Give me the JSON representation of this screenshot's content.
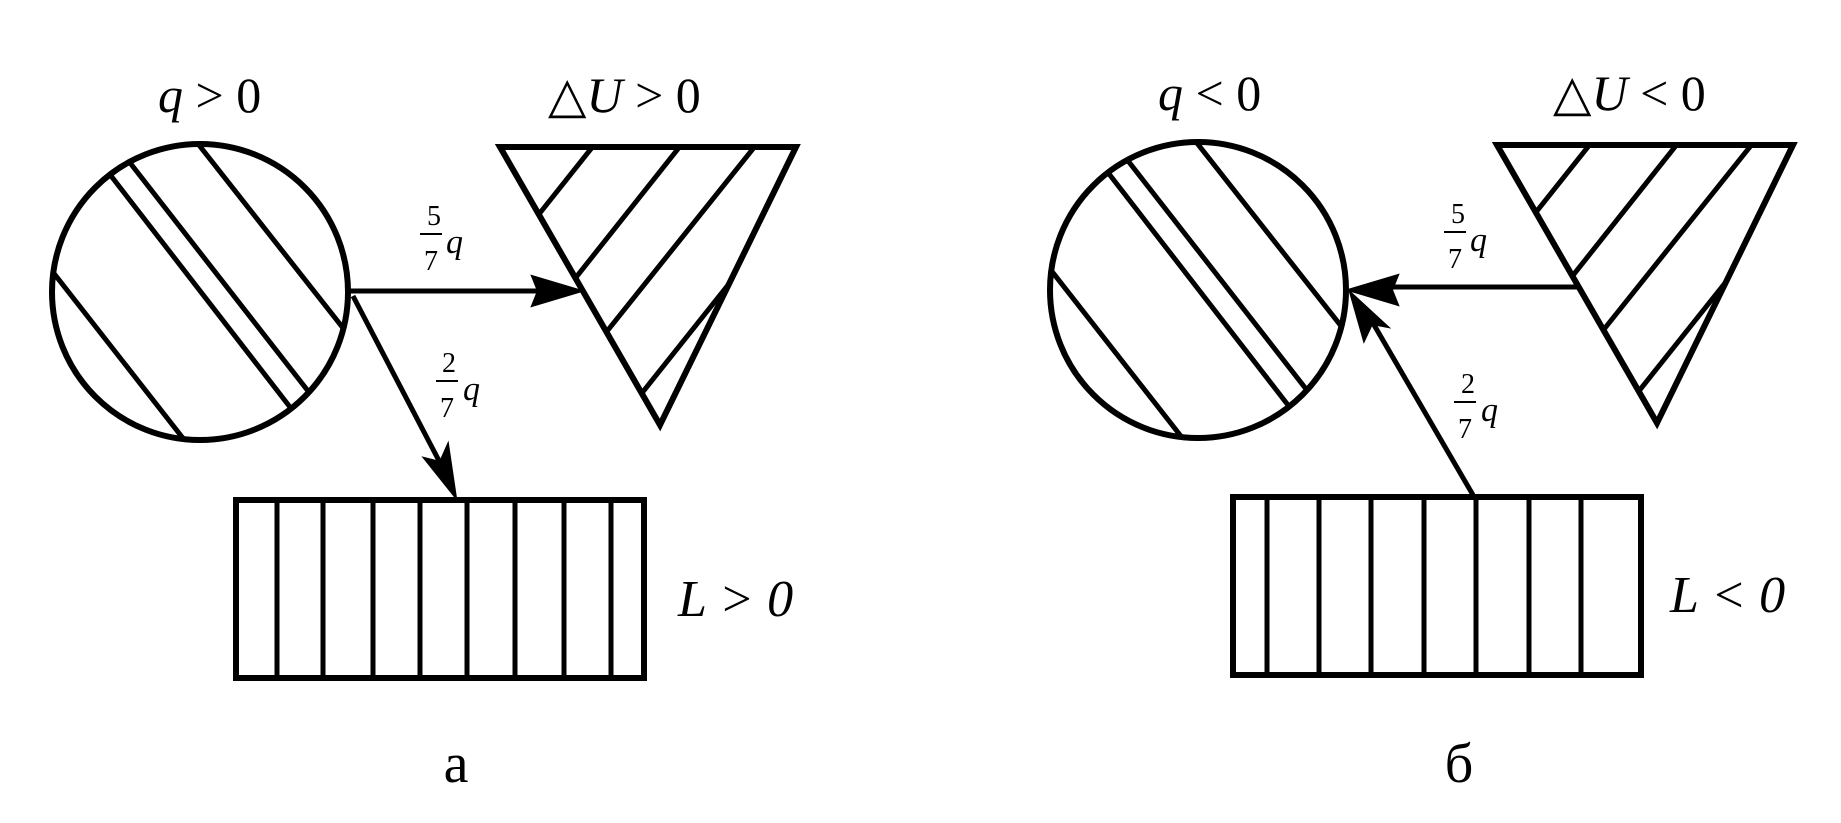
{
  "panels": [
    {
      "id": "a",
      "caption": "а",
      "heat_label": {
        "var": "q",
        "rel": " > 0"
      },
      "internal_energy_label": {
        "var": "U",
        "rel": " > 0"
      },
      "work_label": {
        "var": "L",
        "rel": " > 0"
      },
      "flow_to_internal": {
        "num": "5",
        "den": "7",
        "var": "q"
      },
      "flow_to_work": {
        "num": "2",
        "den": "7",
        "var": "q"
      }
    },
    {
      "id": "b",
      "caption": "б",
      "heat_label": {
        "var": "q",
        "rel": " < 0"
      },
      "internal_energy_label": {
        "var": "U",
        "rel": " < 0"
      },
      "work_label": {
        "var": "L",
        "rel": " < 0"
      },
      "flow_to_internal": {
        "num": "5",
        "den": "7",
        "var": "q"
      },
      "flow_to_work": {
        "num": "2",
        "den": "7",
        "var": "q"
      }
    }
  ],
  "delta_symbol": "△"
}
